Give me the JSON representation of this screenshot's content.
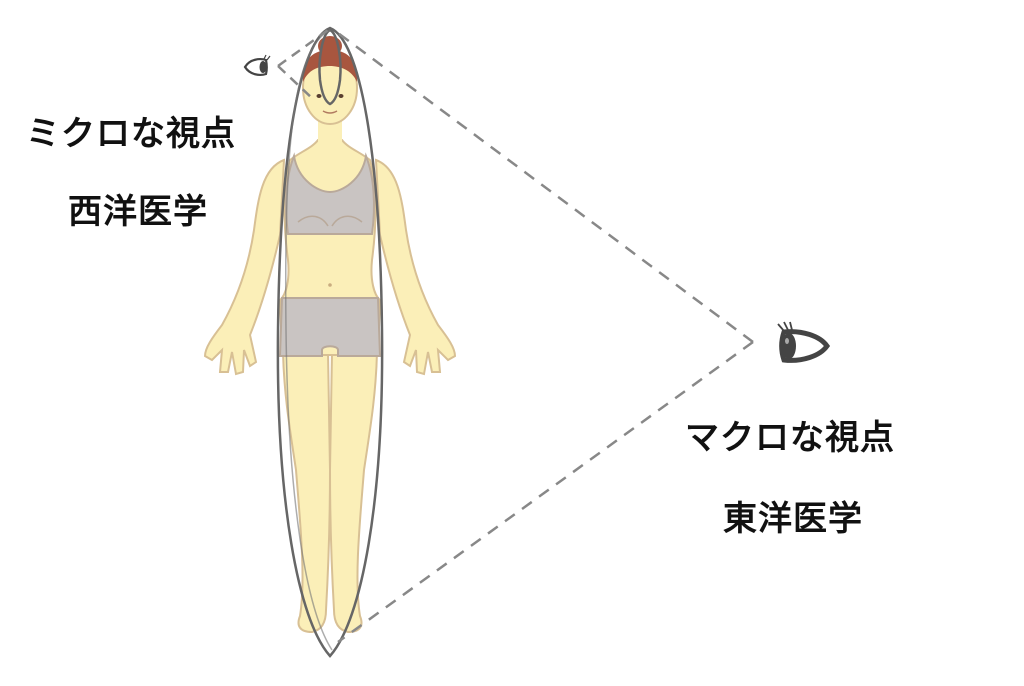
{
  "diagram": {
    "micro": {
      "title": "ミクロな視点",
      "subtitle": "西洋医学"
    },
    "macro": {
      "title": "マクロな視点",
      "subtitle": "東洋医学"
    },
    "icons": {
      "small_eye": "eye-icon",
      "large_eye": "eye-icon"
    },
    "colors": {
      "skin": "#fbefb8",
      "skin_outline": "#d8c094",
      "underwear": "#c9c4c2",
      "underwear_outline": "#b9a99a",
      "hair": "#a8563f",
      "ellipse_stroke": "#666666",
      "dash_stroke": "#888888",
      "text": "#111111",
      "eye": "#444444"
    }
  }
}
